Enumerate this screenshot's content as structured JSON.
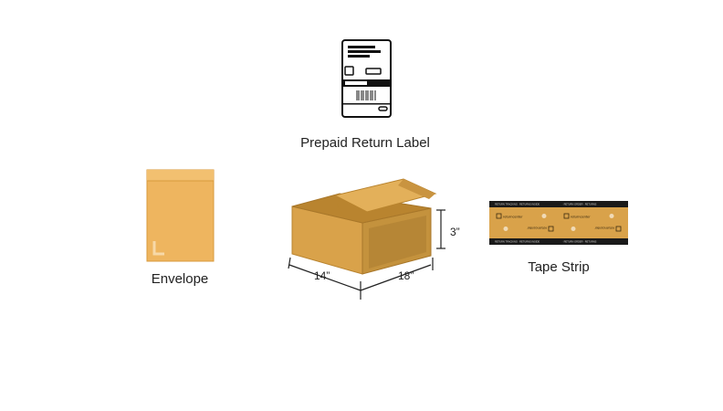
{
  "items": {
    "label": {
      "caption": "Prepaid Return Label"
    },
    "envelope": {
      "caption": "Envelope"
    },
    "box": {
      "width_label": "14”",
      "length_label": "18”",
      "height_label": "3”"
    },
    "tape": {
      "caption": "Tape Strip",
      "brand_text": "returncenter"
    }
  },
  "colors": {
    "kraft": "#d9a24a",
    "kraft_dark": "#b9842f",
    "envelope": "#eeb55f",
    "tape_black": "#1a1a1a"
  }
}
